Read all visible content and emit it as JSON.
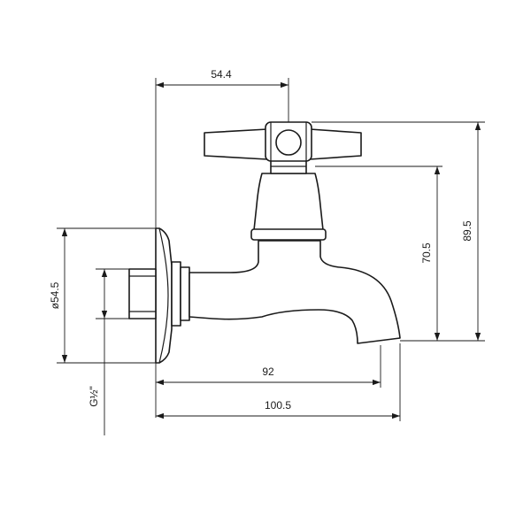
{
  "dimensions": {
    "handle_offset": "54.4",
    "total_height": "89.5",
    "spout_height": "70.5",
    "flange_diameter": "ø54.5",
    "thread": "G½\"",
    "spout_reach": "92",
    "total_length": "100.5"
  },
  "colors": {
    "ink": "#1a1a1a",
    "background": "#ffffff"
  }
}
